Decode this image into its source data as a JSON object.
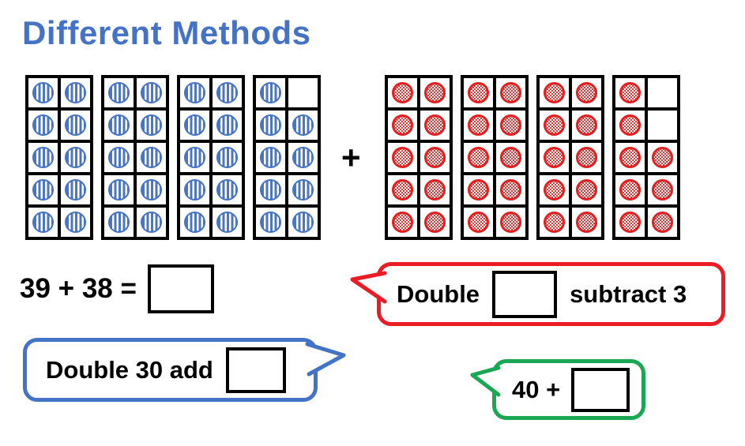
{
  "title": "Different Methods",
  "plus_sign": "+",
  "colors": {
    "title_blue": "#4472C4",
    "blue_counter": "#4472C4",
    "red_counter": "#E02020",
    "red_callout_border": "#EC1C24",
    "blue_callout_border": "#4472C4",
    "green_callout_border": "#1AA653",
    "frame_border": "#000000"
  },
  "ten_frames": {
    "left_group": {
      "counter_color": "blue",
      "counter_style": "vertical-striped",
      "total_shown": 39,
      "frames": [
        {
          "count": 10,
          "rows": [
            [
              1,
              1
            ],
            [
              1,
              1
            ],
            [
              1,
              1
            ],
            [
              1,
              1
            ],
            [
              1,
              1
            ]
          ]
        },
        {
          "count": 10,
          "rows": [
            [
              1,
              1
            ],
            [
              1,
              1
            ],
            [
              1,
              1
            ],
            [
              1,
              1
            ],
            [
              1,
              1
            ]
          ]
        },
        {
          "count": 10,
          "rows": [
            [
              1,
              1
            ],
            [
              1,
              1
            ],
            [
              1,
              1
            ],
            [
              1,
              1
            ],
            [
              1,
              1
            ]
          ]
        },
        {
          "count": 9,
          "rows": [
            [
              1,
              0
            ],
            [
              1,
              1
            ],
            [
              1,
              1
            ],
            [
              1,
              1
            ],
            [
              1,
              1
            ]
          ]
        }
      ]
    },
    "right_group": {
      "counter_color": "red",
      "counter_style": "checkered",
      "total_shown": 38,
      "frames": [
        {
          "count": 10,
          "rows": [
            [
              1,
              1
            ],
            [
              1,
              1
            ],
            [
              1,
              1
            ],
            [
              1,
              1
            ],
            [
              1,
              1
            ]
          ]
        },
        {
          "count": 10,
          "rows": [
            [
              1,
              1
            ],
            [
              1,
              1
            ],
            [
              1,
              1
            ],
            [
              1,
              1
            ],
            [
              1,
              1
            ]
          ]
        },
        {
          "count": 10,
          "rows": [
            [
              1,
              1
            ],
            [
              1,
              1
            ],
            [
              1,
              1
            ],
            [
              1,
              1
            ],
            [
              1,
              1
            ]
          ]
        },
        {
          "count": 8,
          "rows": [
            [
              1,
              0
            ],
            [
              1,
              0
            ],
            [
              1,
              1
            ],
            [
              1,
              1
            ],
            [
              1,
              1
            ]
          ]
        }
      ]
    }
  },
  "equation": {
    "text": "39 + 38 =",
    "answer_box_value": ""
  },
  "callouts": {
    "red": {
      "prefix": "Double",
      "suffix": "subtract 3",
      "box_value": ""
    },
    "blue": {
      "text": "Double 30 add",
      "box_value": ""
    },
    "green": {
      "text": "40 +",
      "box_value": ""
    }
  }
}
